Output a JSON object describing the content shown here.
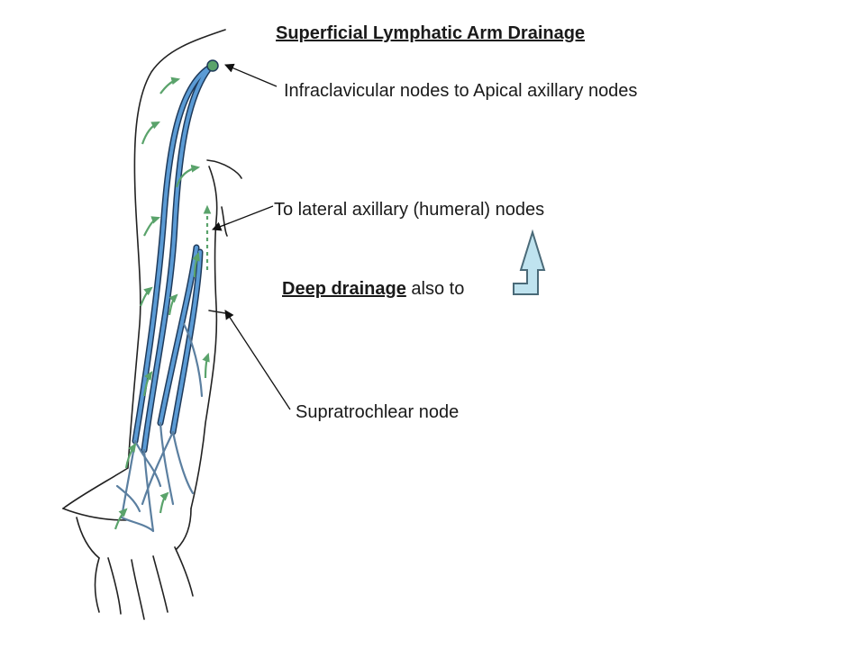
{
  "title": "Superficial Lymphatic Arm Drainage",
  "labels": {
    "infraclavicular": "Infraclavicular nodes to Apical axillary nodes",
    "lateral_axillary": "To lateral axillary (humeral) nodes",
    "deep_strong": "Deep drainage",
    "deep_rest": " also to",
    "supratrochlear": "Supratrochlear node"
  },
  "colors": {
    "vessel": "#5b9bd5",
    "flow_arrow": "#5aa36b",
    "callout_fill": "#bfe3ef",
    "callout_stroke": "#4a6a78",
    "outline": "#222222"
  },
  "icons": {
    "deep_callout": "up-arrow-callout-icon",
    "flow": "green-flow-arrow-icon"
  }
}
